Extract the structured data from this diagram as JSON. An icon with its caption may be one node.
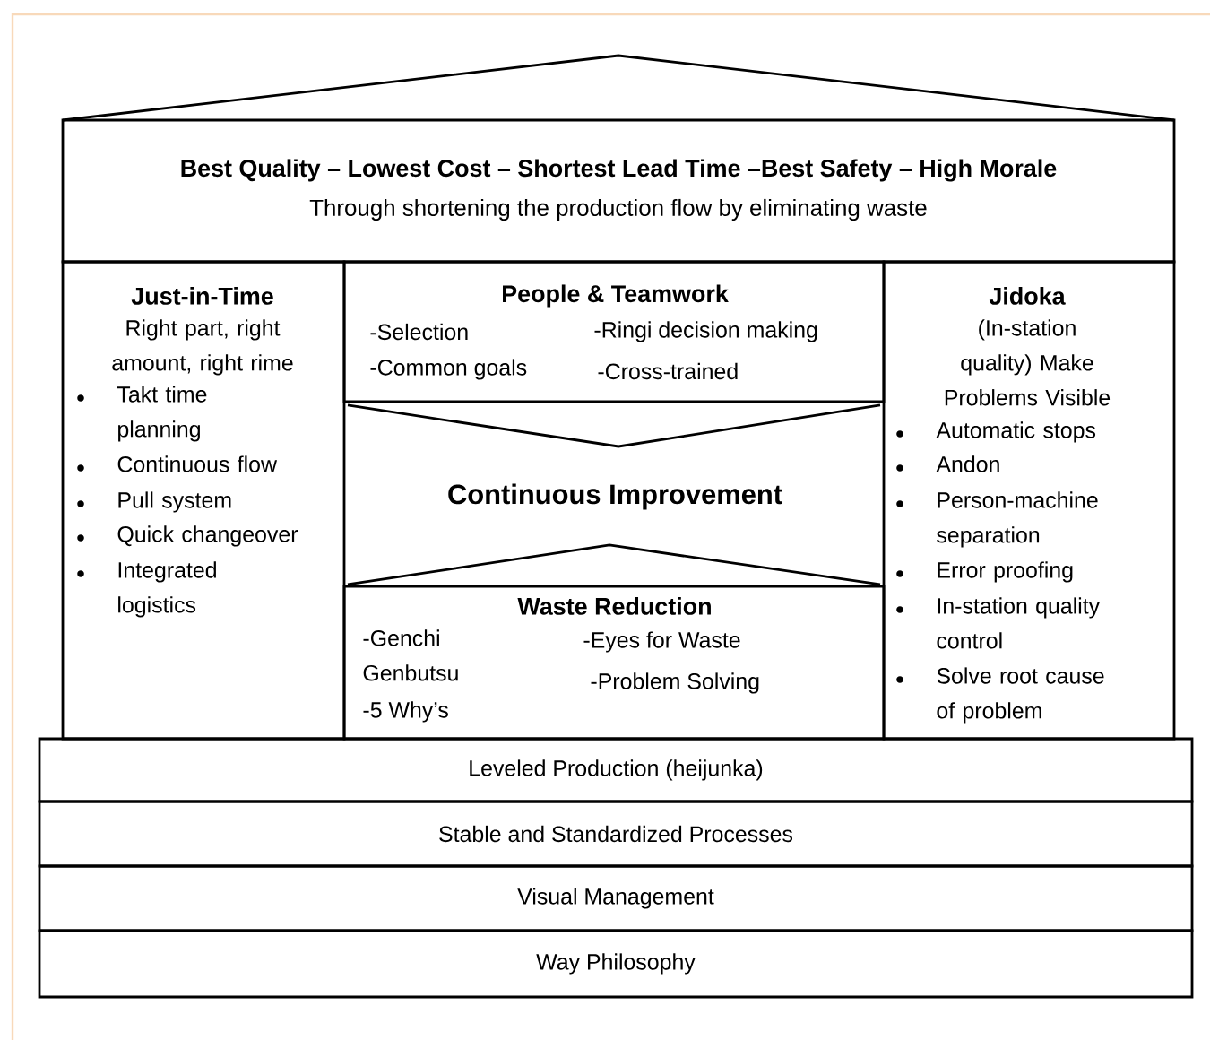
{
  "diagram": {
    "nodes": [
      {
        "text": [
          "Best Quality – Lowest Cost – Shortest Lead Time –Best Safety – High Morale",
          "Through shortening the production flow by eliminating waste"
        ]
      },
      {
        "text": [
          "Just-in-Time",
          "Right part, right amount, right rime",
          "Takt time planning",
          "Continuous flow",
          "Pull system",
          "Quick changeover",
          "Integrated logistics"
        ]
      },
      {
        "text": [
          "People & Teamwork",
          "-Selection",
          "-Ringi decision making",
          "-Common goals",
          "-Cross-trained"
        ]
      },
      {
        "text": [
          "Continuous Improvement"
        ]
      },
      {
        "text": [
          "Waste Reduction",
          "-Genchi Genbutsu",
          "-Eyes for Waste",
          "-5 Why’s",
          "-Problem Solving"
        ]
      },
      {
        "text": [
          "Jidoka",
          "(In-station quality) Make Problems Visible",
          "Automatic stops",
          "Andon",
          "Person-machine separation",
          "Error proofing",
          "In-station quality control",
          "Solve root cause of problem"
        ]
      },
      {
        "text": [
          "Leveled Production (heijunka)"
        ]
      },
      {
        "text": [
          "Stable and Standardized Processes"
        ]
      },
      {
        "text": [
          "Visual Management"
        ]
      },
      {
        "text": [
          "Way Philosophy"
        ]
      }
    ]
  }
}
